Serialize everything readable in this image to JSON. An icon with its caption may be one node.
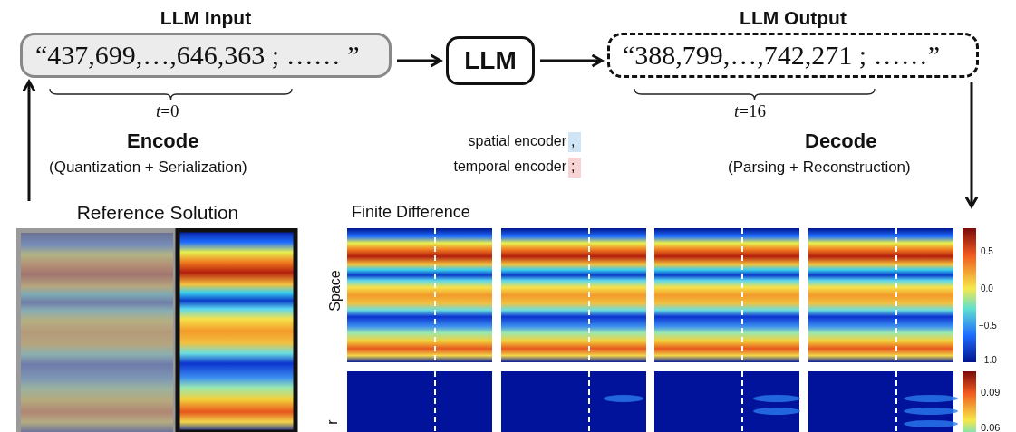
{
  "diagram": {
    "nodes": [
      {
        "text": [
          "LLM Input",
          "“437,699,…,646,363 ; …… ”"
        ]
      },
      {
        "text": [
          "LLM"
        ]
      },
      {
        "text": [
          "LLM Output",
          "“388,799,…,742,271 ; ……”"
        ]
      },
      {
        "text": [
          "Reference Solution"
        ]
      }
    ],
    "edges": [
      {
        "from": 3,
        "to": 0,
        "arrow": "to"
      },
      {
        "from": 0,
        "to": 1,
        "arrow": "to"
      },
      {
        "from": 1,
        "to": 2,
        "arrow": "to"
      },
      {
        "from": 2,
        "to": null,
        "arrow": "to"
      }
    ],
    "labels": [
      "*t*=0",
      "*t*=16",
      "Encode",
      "(Quantization + Serialization)",
      ",",
      ";",
      "Decode",
      "(Parsing + Reconstruction)",
      "Finite Difference",
      "Space",
      "0.5",
      "0.0",
      "−0.5",
      "−1.0",
      "r",
      "0.09",
      "0.06"
    ],
    "legend": [
      {
        "text": "spatial encoder",
        "color": "#cfe5f5"
      },
      {
        "text": "temporal encoder",
        "color": "#f7d3d3"
      }
    ]
  }
}
